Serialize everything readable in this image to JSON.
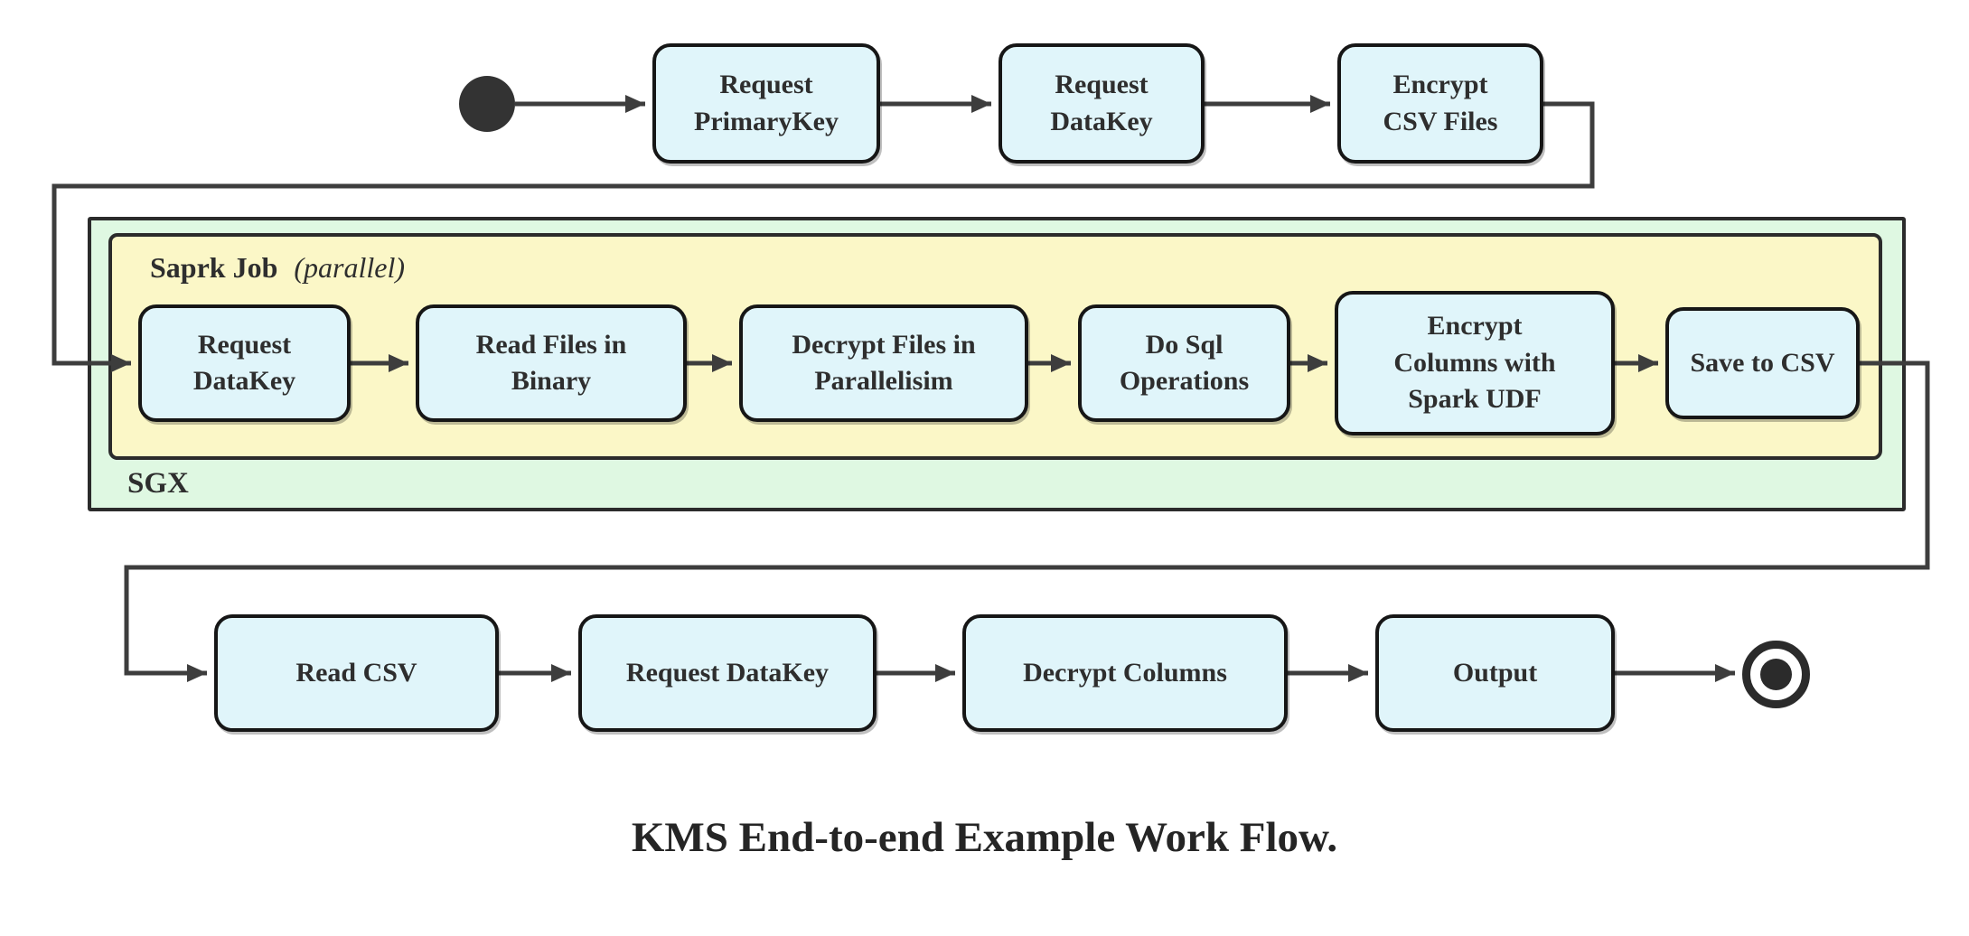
{
  "diagram": {
    "caption": "KMS End-to-end Example Work Flow.",
    "containers": {
      "sgx": {
        "label": "SGX"
      },
      "spark_job": {
        "label_bold": "Saprk Job",
        "label_italic": "(parallel)"
      }
    },
    "nodes": {
      "request_primarykey": {
        "label": "Request\nPrimaryKey"
      },
      "request_datakey_top": {
        "label": "Request\nDataKey"
      },
      "encrypt_csv_files": {
        "label": "Encrypt\nCSV Files"
      },
      "request_datakey_sgx": {
        "label": "Request\nDataKey"
      },
      "read_files_in_binary": {
        "label": "Read Files in\nBinary"
      },
      "decrypt_files_in_parallelisim": {
        "label": "Decrypt Files in\nParallelisim"
      },
      "do_sql_operations": {
        "label": "Do Sql\nOperations"
      },
      "encrypt_columns_with_spark_udf": {
        "label": "Encrypt\nColumns with\nSpark UDF"
      },
      "save_to_csv": {
        "label": "Save to CSV"
      },
      "read_csv": {
        "label": "Read CSV"
      },
      "request_datakey_bottom": {
        "label": "Request DataKey"
      },
      "decrypt_columns": {
        "label": "Decrypt Columns"
      },
      "output": {
        "label": "Output"
      }
    },
    "markers": {
      "start_node": "filled-circle",
      "end_node": "ringed-circle"
    },
    "colors": {
      "node_fill": "#e0f5fa",
      "node_border": "#161616",
      "sgx_fill": "#dff8e2",
      "spark_job_fill": "#fbf7c7",
      "container_border": "#2b2b2b",
      "edge": "#3d3d3d",
      "text": "#2e2e2e"
    }
  }
}
